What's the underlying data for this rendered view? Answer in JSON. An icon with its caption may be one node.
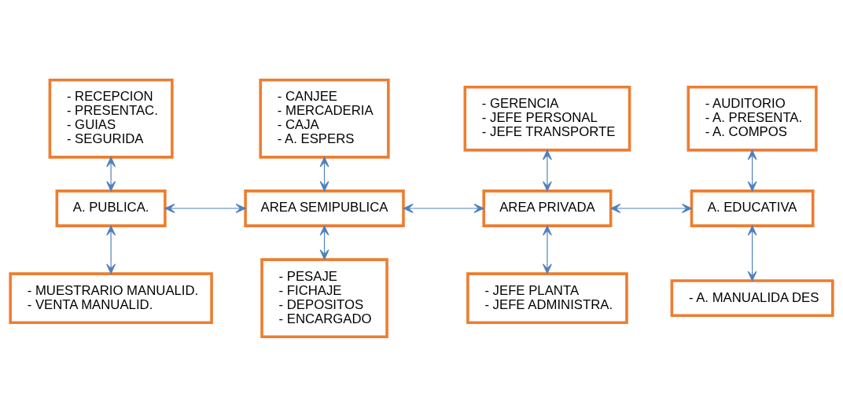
{
  "diagram": {
    "nodes": [
      {
        "text": [
          "- RECEPCION",
          "- PRESENTAC.",
          "- GUIAS",
          "- SEGURIDA"
        ]
      },
      {
        "text": [
          "- CANJEE",
          "- MERCADERIA",
          "- CAJA",
          "- A. ESPERS"
        ]
      },
      {
        "text": [
          "- GERENCIA",
          "- JEFE PERSONAL",
          "- JEFE TRANSPORTE"
        ]
      },
      {
        "text": [
          "- AUDITORIO",
          "- A. PRESENTA.",
          "- A. COMPOS"
        ]
      },
      {
        "text": [
          "A. PUBLICA."
        ]
      },
      {
        "text": [
          "AREA SEMIPUBLICA"
        ]
      },
      {
        "text": [
          "AREA PRIVADA"
        ]
      },
      {
        "text": [
          "A. EDUCATIVA"
        ]
      },
      {
        "text": [
          "- MUESTRARIO MANUALID.",
          "- VENTA MANUALID."
        ]
      },
      {
        "text": [
          "- PESAJE",
          "- FICHAJE",
          "- DEPOSITOS",
          "- ENCARGADO"
        ]
      },
      {
        "text": [
          "- JEFE PLANTA",
          "- JEFE ADMINISTRA."
        ]
      },
      {
        "text": [
          "- A. MANUALIDA DES"
        ]
      }
    ],
    "edges": [
      {
        "from": 0,
        "to": 4,
        "arrow": "both"
      },
      {
        "from": 1,
        "to": 5,
        "arrow": "both"
      },
      {
        "from": 2,
        "to": 6,
        "arrow": "both"
      },
      {
        "from": 3,
        "to": 7,
        "arrow": "both"
      },
      {
        "from": 4,
        "to": 5,
        "arrow": "both"
      },
      {
        "from": 5,
        "to": 6,
        "arrow": "both"
      },
      {
        "from": 6,
        "to": 7,
        "arrow": "both"
      },
      {
        "from": 4,
        "to": 8,
        "arrow": "both"
      },
      {
        "from": 5,
        "to": 9,
        "arrow": "both"
      },
      {
        "from": 6,
        "to": 10,
        "arrow": "both"
      },
      {
        "from": 7,
        "to": 11,
        "arrow": "both"
      }
    ]
  }
}
